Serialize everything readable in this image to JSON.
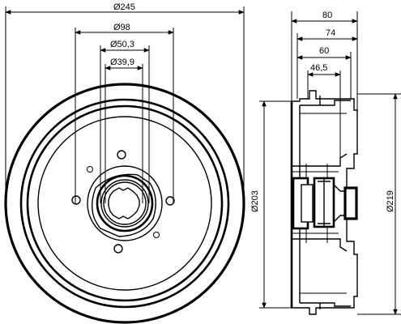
{
  "drawing": {
    "line_color": "#000000",
    "background_color": "#ffffff",
    "front_view": {
      "dimensions": [
        {
          "id": "d245",
          "label": "Ø245"
        },
        {
          "id": "d98",
          "label": "Ø98"
        },
        {
          "id": "d50",
          "label": "Ø50,3"
        },
        {
          "id": "d39",
          "label": "Ø39,9"
        }
      ],
      "bolt_holes": 4
    },
    "side_view": {
      "dimensions": [
        {
          "id": "s80",
          "label": "80"
        },
        {
          "id": "s74",
          "label": "74"
        },
        {
          "id": "s60",
          "label": "60"
        },
        {
          "id": "s465",
          "label": "46,5"
        },
        {
          "id": "s203",
          "label": "Ø203"
        },
        {
          "id": "s219",
          "label": "Ø219"
        }
      ]
    }
  }
}
